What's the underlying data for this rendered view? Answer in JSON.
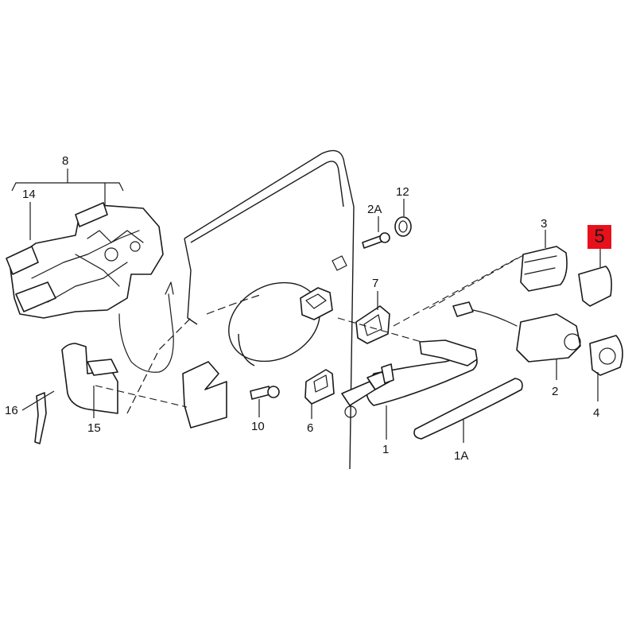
{
  "highlight": {
    "label": "5",
    "color": "#e8101a"
  },
  "callouts": {
    "c1": "1",
    "c1a": "1A",
    "c2": "2",
    "c2a": "2A",
    "c3": "3",
    "c4": "4",
    "c6": "6",
    "c7": "7",
    "c8": "8",
    "c10": "10",
    "c12": "12",
    "c14": "14",
    "c15": "15",
    "c16": "16"
  },
  "icons": {
    "lock-mechanism": "lock-mechanism-icon",
    "door-handle": "door-handle-icon",
    "lock-cylinder": "lock-cylinder-icon",
    "bolt": "bolt-icon",
    "seal": "seal-icon"
  }
}
